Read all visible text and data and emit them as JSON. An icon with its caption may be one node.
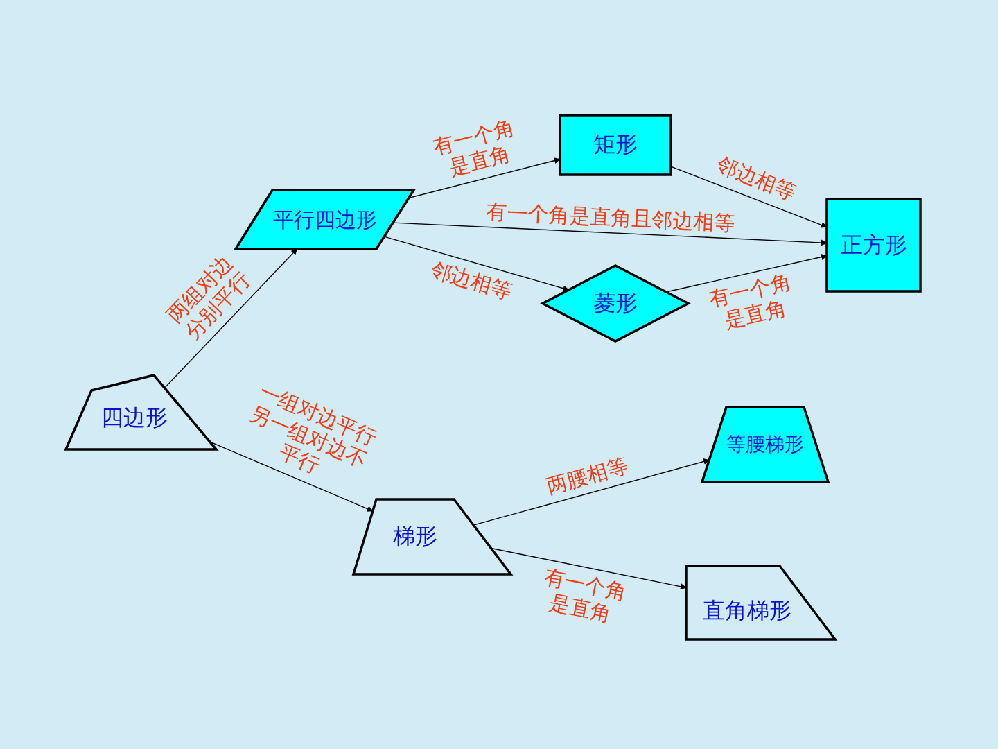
{
  "diagram": {
    "nodes": [
      {
        "text": [
          "四边形"
        ]
      },
      {
        "text": [
          "平行四边形"
        ]
      },
      {
        "text": [
          "矩形"
        ]
      },
      {
        "text": [
          "菱形"
        ]
      },
      {
        "text": [
          "正方形"
        ]
      },
      {
        "text": [
          "梯形"
        ]
      },
      {
        "text": [
          "等腰梯形"
        ]
      },
      {
        "text": [
          "直角梯形"
        ]
      }
    ],
    "edges": [
      {
        "from": 0,
        "to": 1,
        "arrow": "to",
        "label": "两组对边分别平行"
      },
      {
        "from": 1,
        "to": 2,
        "arrow": "to",
        "label": "有一个角是直角"
      },
      {
        "from": 2,
        "to": 4,
        "arrow": "to",
        "label": "邻边相等"
      },
      {
        "from": 1,
        "to": 4,
        "arrow": "to",
        "label": "有一个角是直角且邻边相等"
      },
      {
        "from": 1,
        "to": 3,
        "arrow": "to",
        "label": "邻边相等"
      },
      {
        "from": 3,
        "to": 4,
        "arrow": "to",
        "label": "有一个角是直角"
      },
      {
        "from": 0,
        "to": 5,
        "arrow": "to",
        "label": "一组对边平行另一组对边不平行"
      },
      {
        "from": 5,
        "to": 6,
        "arrow": "to",
        "label": "两腰相等"
      },
      {
        "from": 5,
        "to": 7,
        "arrow": "to",
        "label": "有一个角是直角"
      }
    ]
  }
}
